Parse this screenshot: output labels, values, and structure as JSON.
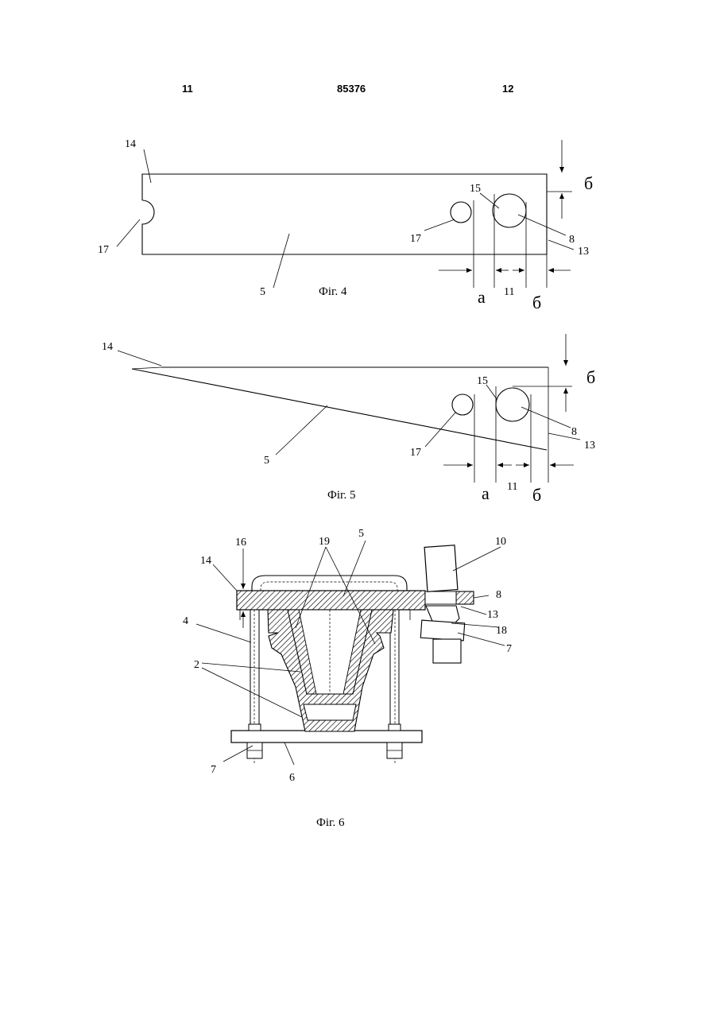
{
  "header": {
    "left_page": "11",
    "patent_number": "85376",
    "right_page": "12"
  },
  "fig4": {
    "caption": "Фіг. 4",
    "labels": {
      "l14": "14",
      "l17a": "17",
      "l17b": "17",
      "l15": "15",
      "l8": "8",
      "l13": "13",
      "l5": "5",
      "l11": "11",
      "la": "а",
      "lb1": "б",
      "lb2": "б"
    }
  },
  "fig5": {
    "caption": "Фіг. 5",
    "labels": {
      "l14": "14",
      "l15": "15",
      "l8": "8",
      "l13": "13",
      "l17": "17",
      "l5": "5",
      "l11": "11",
      "la": "а",
      "lb1": "б",
      "lb2": "б"
    }
  },
  "fig6": {
    "caption": "Фіг. 6",
    "labels": {
      "l16": "16",
      "l19": "19",
      "l5": "5",
      "l10": "10",
      "l14": "14",
      "l8": "8",
      "l4": "4",
      "l13": "13",
      "l18": "18",
      "l2": "2",
      "l7a": "7",
      "l7b": "7",
      "l6": "6"
    }
  }
}
